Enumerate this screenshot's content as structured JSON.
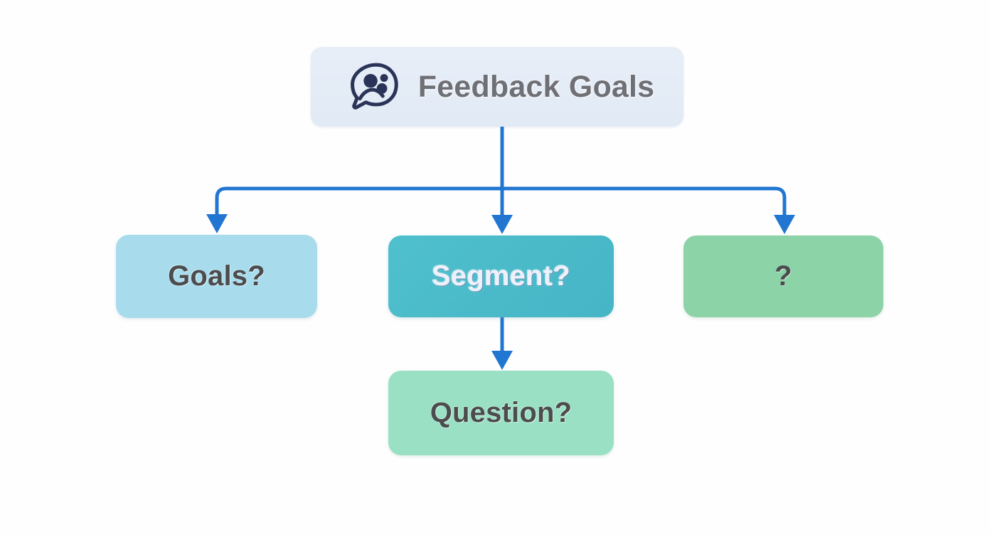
{
  "diagram": {
    "background_color": "#fefefe",
    "edge_color": "#2176d2",
    "nodes": {
      "root": {
        "label": "Feedback Goals",
        "icon": "feedback-group-speech-bubble-icon",
        "fill": "#e3ecf7",
        "text_color": "#6f7076"
      },
      "goals": {
        "label": "Goals?",
        "fill": "#a8dced",
        "text_color": "#4c4c4e"
      },
      "segment": {
        "label": "Segment?",
        "fill": "#4cbccd",
        "text_color": "#eef0fb"
      },
      "other": {
        "label": "?",
        "fill": "#8cd3a8",
        "text_color": "#4c4c4e"
      },
      "question": {
        "label": "Question?",
        "fill": "#9ae0c4",
        "text_color": "#4c4c4e"
      }
    },
    "edges": [
      {
        "from": "root",
        "to": "goals"
      },
      {
        "from": "root",
        "to": "segment"
      },
      {
        "from": "root",
        "to": "other"
      },
      {
        "from": "segment",
        "to": "question"
      }
    ]
  }
}
